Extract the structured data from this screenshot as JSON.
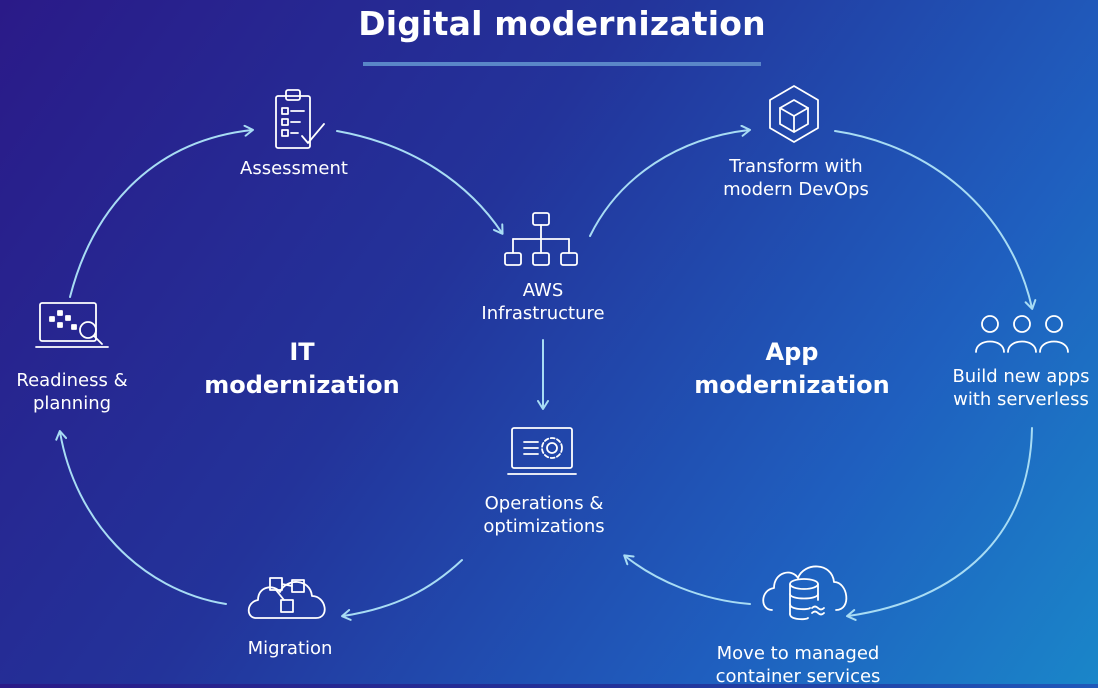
{
  "title": "Digital modernization",
  "sections": {
    "it": {
      "line1": "IT",
      "line2": "modernization"
    },
    "app": {
      "line1": "App",
      "line2": "modernization"
    }
  },
  "nodes": {
    "assessment": {
      "label": "Assessment",
      "icon": "clipboard-checklist-icon"
    },
    "readiness": {
      "line1": "Readiness &",
      "line2": "planning",
      "icon": "laptop-search-icon"
    },
    "migration": {
      "label": "Migration",
      "icon": "cloud-cubes-icon"
    },
    "aws": {
      "line1": "AWS",
      "line2": "Infrastructure",
      "icon": "hierarchy-icon"
    },
    "operations": {
      "line1": "Operations &",
      "line2": "optimizations",
      "icon": "monitor-gear-icon"
    },
    "transform": {
      "line1": "Transform with",
      "line2": "modern DevOps",
      "icon": "cube-hexagon-icon"
    },
    "build": {
      "line1": "Build new apps",
      "line2": "with serverless",
      "icon": "people-group-icon"
    },
    "containers": {
      "line1": "Move to managed",
      "line2": "container services",
      "icon": "cloud-database-icon"
    }
  },
  "colors": {
    "line": "#a8dcf4",
    "icon": "#ffffff",
    "rule": "#5a86c8"
  }
}
